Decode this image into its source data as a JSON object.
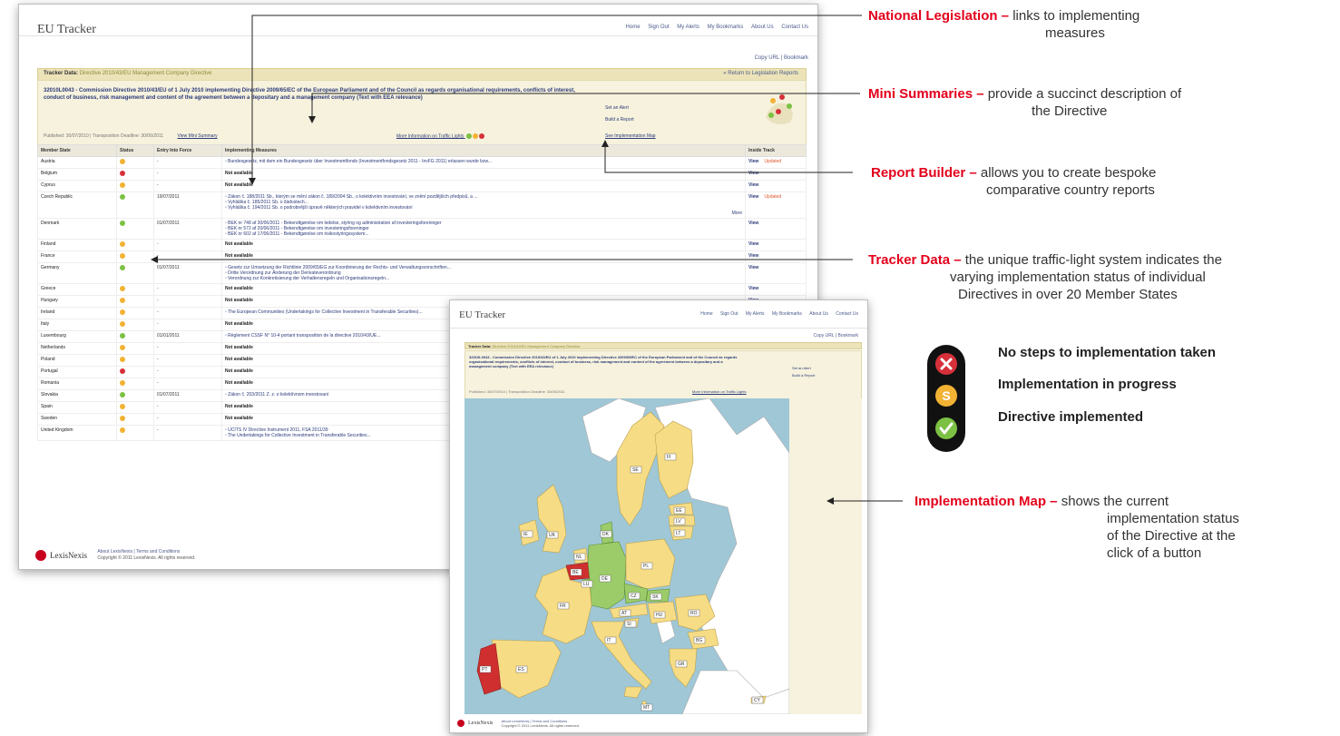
{
  "tracker_app": {
    "brand": "EU Tracker",
    "topnav": [
      "Home",
      "Sign Out",
      "My Alerts",
      "My Bookmarks",
      "About Us",
      "Contact Us"
    ],
    "util": [
      "Copy URL",
      "Bookmark"
    ],
    "tracker_label": "Tracker Data:",
    "tracker_value": "Directive 2010/43/EU Management Company Directive",
    "return_link": "« Return to Legislation Reports",
    "directive_title": "32010L0043 - Commission Directive 2010/43/EU of 1 July 2010 implementing Directive 2009/65/EC of the European Parliament and of the Council as regards organisational requirements, conflicts of interest, conduct of business, risk management and content of the agreement between a depositary and a management company (Text with EEA relevance)",
    "side_links": [
      "Set an Alert",
      "Build a Report",
      "See Implementation Map"
    ],
    "meta_text": "Published: 30/07/2010 | Transposition Deadline: 30/06/2011",
    "mini_summary_link": "View Mini Summary",
    "more_info_link": "More Information on Traffic Lights",
    "columns": [
      "Member State",
      "Status",
      "Entry Into Force",
      "Implementing Measures",
      "Inside Track"
    ],
    "not_available": "Not available",
    "view_label": "View",
    "updated_label": "Updated",
    "more_label": "More",
    "rows": [
      {
        "state": "Austria",
        "status": "progress",
        "date": "-",
        "measures": [
          "Bundesgesetz, mit dem ein Bundesgesetz über Investmentfonds (Investmentfondsgesetz 2011 - InvFG 2011) erlassen wurde bzw..."
        ],
        "updated": true
      },
      {
        "state": "Belgium",
        "status": "none",
        "date": "-",
        "measures": []
      },
      {
        "state": "Cyprus",
        "status": "progress",
        "date": "-",
        "measures": []
      },
      {
        "state": "Czech Republic",
        "status": "implemented",
        "date": "19/07/2011",
        "measures": [
          "Zákon č. 188/2011 Sb., kterým se mění zákon č. 189/2004 Sb., o kolektivním investování, ve znění pozdějších předpisů, a ...",
          "Vyhláška č. 185/2011 Sb. o žádostech...",
          "Vyhláška č. 194/2011 Sb. o podrobnější úpravě některých pravidel v kolektivním investování"
        ],
        "updated": true,
        "more": true
      },
      {
        "state": "Denmark",
        "status": "implemented",
        "date": "01/07/2011",
        "measures": [
          "BEK nr 748 af 30/06/2011 - Bekendtgørelse om ledelse, styring og administration af investeringsforeninger",
          "BEK nr 572 af 20/06/2011 - Bekendtgørelse om investeringsforeninger",
          "BEK nr 602 af 17/06/2011 - Bekendtgørelse om risikostyringssystem..."
        ]
      },
      {
        "state": "Finland",
        "status": "progress",
        "date": "-",
        "measures": []
      },
      {
        "state": "France",
        "status": "progress",
        "date": "-",
        "measures": []
      },
      {
        "state": "Germany",
        "status": "implemented",
        "date": "01/07/2011",
        "measures": [
          "Gesetz zur Umsetzung der Richtlinie 2009/65/EG zur Koordinierung der Rechts- und Verwaltungsvorschriften...",
          "Dritte Verordnung zur Änderung der Derivateverordnung",
          "Verordnung zur Konkretisierung der Verhaltensregeln und Organisationsregeln..."
        ]
      },
      {
        "state": "Greece",
        "status": "progress",
        "date": "-",
        "measures": []
      },
      {
        "state": "Hungary",
        "status": "progress",
        "date": "-",
        "measures": []
      },
      {
        "state": "Ireland",
        "status": "progress",
        "date": "-",
        "measures": [
          "The European Communities (Undertakings for Collective Investment in Transferable Securities)..."
        ]
      },
      {
        "state": "Italy",
        "status": "progress",
        "date": "-",
        "measures": []
      },
      {
        "state": "Luxembourg",
        "status": "implemented",
        "date": "01/01/2011",
        "measures": [
          "Règlement CSSF N° 10-4 portant transposition de la directive 2010/43/UE..."
        ]
      },
      {
        "state": "Netherlands",
        "status": "progress",
        "date": "-",
        "measures": []
      },
      {
        "state": "Poland",
        "status": "progress",
        "date": "-",
        "measures": []
      },
      {
        "state": "Portugal",
        "status": "none",
        "date": "-",
        "measures": []
      },
      {
        "state": "Romania",
        "status": "progress",
        "date": "-",
        "measures": []
      },
      {
        "state": "Slovakia",
        "status": "implemented",
        "date": "01/07/2011",
        "measures": [
          "Zákon č. 203/2011 Z. z. o kolektívnom investovaní"
        ]
      },
      {
        "state": "Spain",
        "status": "progress",
        "date": "-",
        "measures": []
      },
      {
        "state": "Sweden",
        "status": "progress",
        "date": "-",
        "measures": []
      },
      {
        "state": "United Kingdom",
        "status": "progress",
        "date": "-",
        "measures": [
          "UCITS IV Directive Instrument 2011, FSA 2011/39",
          "The Undertakings for Collective Investment in Transferable Securities..."
        ]
      }
    ],
    "footer_brand": "LexisNexis",
    "footer_lines": [
      "About LexisNexis | Terms and Conditions",
      "Copyright © 2011 LexisNexis. All rights reserved."
    ]
  },
  "map_app": {
    "brand": "EU Tracker",
    "topnav": [
      "Home",
      "Sign Out",
      "My Alerts",
      "My Bookmarks",
      "About Us",
      "Contact Us"
    ],
    "util": [
      "Copy URL",
      "Bookmark"
    ],
    "side_links": [
      "Set an Alert",
      "Build a Report"
    ],
    "footer_brand": "LexisNexis",
    "footer_lines": [
      "About LexisNexis | Terms and Conditions",
      "Copyright © 2011 LexisNexis. All rights reserved."
    ],
    "country_codes": [
      "FI",
      "SE",
      "EE",
      "LV",
      "LT",
      "UK",
      "IE",
      "DK",
      "NL",
      "BE",
      "LU",
      "DE",
      "PL",
      "CZ",
      "SK",
      "AT",
      "HU",
      "FR",
      "SI",
      "RO",
      "PT",
      "ES",
      "IT",
      "BG",
      "GR",
      "MT",
      "CY"
    ]
  },
  "annotations": {
    "national": {
      "key": "National Legislation –",
      "text": "links to implementing",
      "text2": "measures"
    },
    "mini": {
      "key": "Mini Summaries –",
      "text": "provide a succinct description of",
      "text2": "the Directive"
    },
    "report": {
      "key": "Report Builder –",
      "text": "allows you to create bespoke",
      "text2": "comparative country reports"
    },
    "tracker": {
      "key": "Tracker Data –",
      "text": "the unique traffic-light system indicates the",
      "text2": "varying implementation status of individual",
      "text3": "Directives in over 20 Member States"
    },
    "map": {
      "key": "Implementation Map –",
      "text": "shows the current",
      "text2": "implementation status",
      "text3": "of the Directive at the",
      "text4": "click of a button"
    }
  },
  "legend": [
    {
      "status": "none",
      "label": "No steps to implementation taken"
    },
    {
      "status": "progress",
      "label": "Implementation in progress"
    },
    {
      "status": "implemented",
      "label": "Directive implemented"
    }
  ],
  "colors": {
    "accent_red": "#e3001b",
    "status_none": "#d6303a",
    "status_progress": "#f2b234",
    "status_implemented": "#7cc143",
    "map_sea": "#9fc7d6",
    "map_progress": "#f7dc86",
    "map_implemented": "#9ccc6a",
    "map_none": "#cf2f2f"
  }
}
